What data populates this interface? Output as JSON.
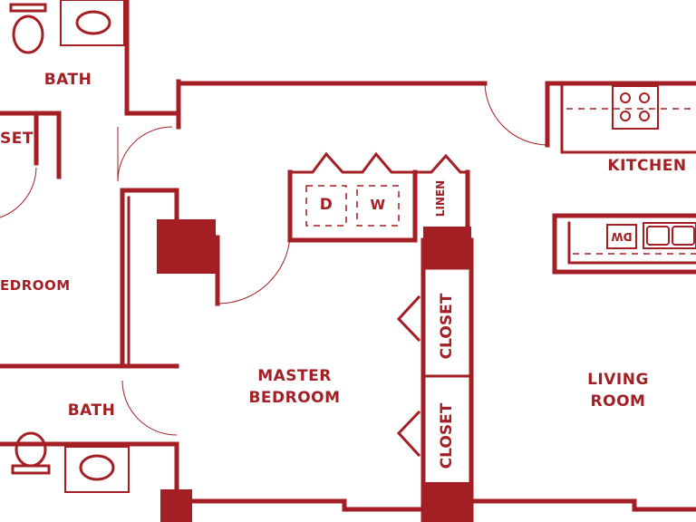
{
  "colors": {
    "wall": "#a31f24",
    "background": "#ffffff"
  },
  "rooms": {
    "bath_top": "BATH",
    "closet_left_partial": "SET",
    "bedroom_left_partial": "EDROOM",
    "bath_bottom": "BATH",
    "master_bedroom_line1": "MASTER",
    "master_bedroom_line2": "BEDROOM",
    "kitchen": "KITCHEN",
    "living_room_line1": "LIVING",
    "living_room_line2": "ROOM"
  },
  "fixtures": {
    "dryer": "D",
    "washer": "W",
    "linen": "LINEN",
    "closet_upper": "CLOSET",
    "closet_lower": "CLOSET",
    "dishwasher": "DW"
  }
}
